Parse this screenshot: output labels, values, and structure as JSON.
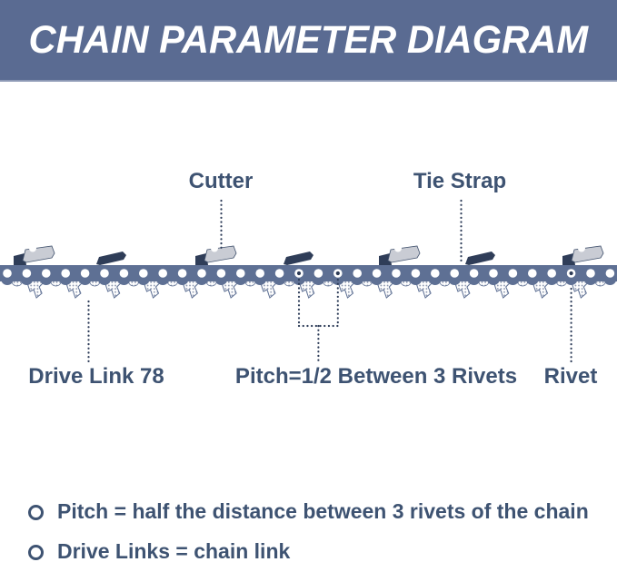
{
  "header": {
    "title": "CHAIN PARAMETER DIAGRAM"
  },
  "diagram": {
    "labels": {
      "cutter": "Cutter",
      "tie_strap": "Tie Strap",
      "drive_link": "Drive Link 78",
      "pitch": "Pitch=1/2 Between 3 Rivets",
      "rivet": "Rivet"
    }
  },
  "notes": {
    "items": [
      {
        "text": "Pitch = half the distance between 3 rivets of the chain"
      },
      {
        "text": "Drive Links = chain link"
      }
    ]
  },
  "colors": {
    "banner": "#5a6b92",
    "label_text": "#3e5372",
    "chain_body": "#5e7094",
    "cutter_dark": "#2f3d58",
    "cutter_light": "#c9ccd4",
    "leader_line": "#2e3d59"
  }
}
